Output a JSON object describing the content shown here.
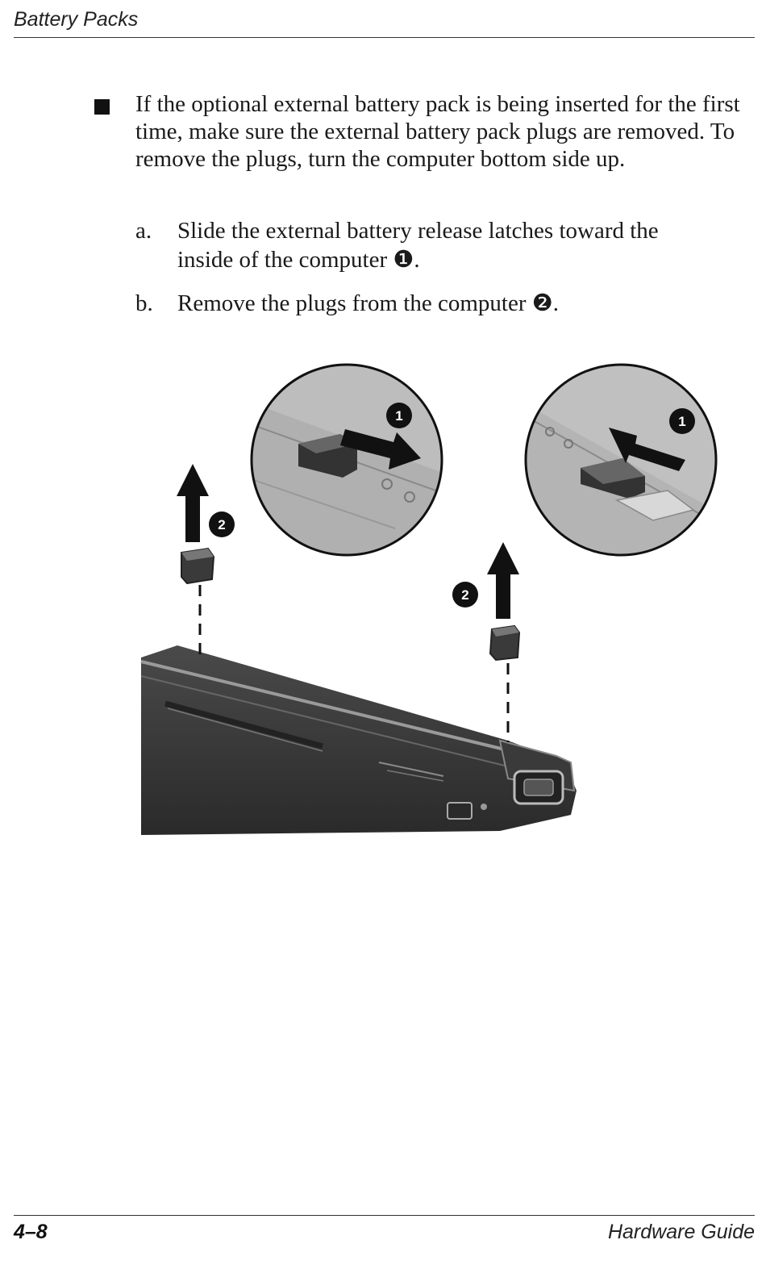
{
  "header": {
    "section_title": "Battery Packs"
  },
  "content": {
    "bullet_text": "If the optional external battery pack is being inserted for the first time, make sure the external battery pack plugs are removed. To remove the plugs, turn the computer bottom side up.",
    "steps": [
      {
        "label": "a.",
        "text_line1": "Slide the external battery release latches toward the",
        "text_line2": "inside of the computer ❶."
      },
      {
        "label": "b.",
        "text_line1": "Remove the plugs from the computer ❷."
      }
    ]
  },
  "figure": {
    "callouts": [
      "1",
      "2"
    ]
  },
  "footer": {
    "page_number": "4–8",
    "book_title": "Hardware Guide"
  }
}
